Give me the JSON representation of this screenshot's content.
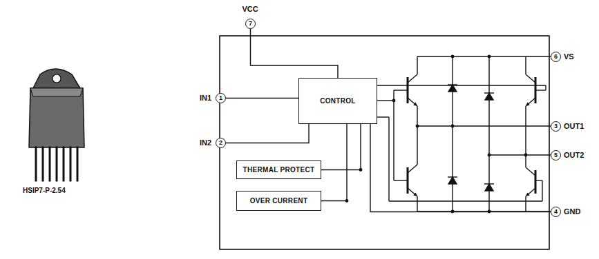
{
  "diagram": {
    "nodes": [
      {
        "text": [
          "7"
        ]
      },
      {
        "text": [
          "1"
        ]
      },
      {
        "text": [
          "2"
        ]
      },
      {
        "text": [
          "CONTROL"
        ]
      },
      {
        "text": [
          "THERMAL PROTECT"
        ]
      },
      {
        "text": [
          "OVER CURRENT"
        ]
      },
      {
        "text": [
          "6"
        ]
      },
      {
        "text": [
          "3"
        ]
      },
      {
        "text": [
          "5"
        ]
      },
      {
        "text": [
          "4"
        ]
      }
    ],
    "edges": [
      {
        "from": 1,
        "to": 3,
        "arrow": "none"
      },
      {
        "from": 2,
        "to": 3,
        "arrow": "none"
      },
      {
        "from": 0,
        "to": 3,
        "arrow": "none"
      },
      {
        "from": 4,
        "to": 3,
        "arrow": "none"
      },
      {
        "from": 5,
        "to": 3,
        "arrow": "none"
      },
      {
        "from": 3,
        "to": 9,
        "arrow": "none"
      }
    ],
    "labels": [
      "VCC",
      "IN1",
      "IN2",
      "VS",
      "OUT1",
      "OUT2",
      "GND",
      "HSIP7-P-2.54"
    ]
  }
}
